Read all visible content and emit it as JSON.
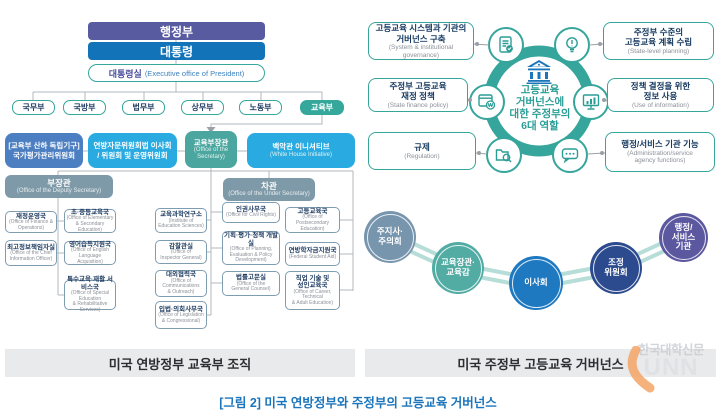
{
  "org": {
    "executive": "행정부",
    "president": "대통령",
    "office_kr": "대통령실",
    "office_en": "(Executive office of President)",
    "ministries": [
      "국무부",
      "국방부",
      "법무부",
      "상무부",
      "노동부",
      "교육부"
    ],
    "independent": "[교육부 산하 독립기구]\n국가평가관리위원회",
    "advisory": "연방자문위원회법 이사회\n/ 위원회 및 운영위원회",
    "secretary_kr": "교육부장관",
    "secretary_en": "(Office of the\nSecretary)",
    "whitehouse_kr": "백악관 이니셔티브",
    "whitehouse_en": "(White House Initiative)",
    "deputy_kr": "부장관",
    "deputy_en": "(Office of the Deputy Secretary)",
    "under_kr": "차관",
    "under_en": "(Office of the Under Secretary)",
    "offices": [
      {
        "kr": "재정운영국",
        "en": "(Office of Finance &\nOperations)"
      },
      {
        "kr": "최고정보책임자실",
        "en": "(Office of the Chief\nInformation Officer)"
      },
      {
        "kr": "초·중등교육국",
        "en": "(Office of Elementary\n& Secondary Education)"
      },
      {
        "kr": "영어습득지원국",
        "en": "(Office of English\nLanguage Acquisition)"
      },
      {
        "kr": "특수교육·재활 서비스국",
        "en": "(Office of Special Education\n& Rehabilitative Services)"
      },
      {
        "kr": "교육과학연구소",
        "en": "(Institute of\nEducation Sciences)"
      },
      {
        "kr": "감찰관실",
        "en": "(Office of\nInspector General)"
      },
      {
        "kr": "대외협력국",
        "en": "(Office of Communications\n& Outreach)"
      },
      {
        "kr": "입법·의회사무국",
        "en": "(Office of Legislation\n& Congressional)"
      },
      {
        "kr": "인권사무국",
        "en": "(Office for Civil Rights)"
      },
      {
        "kr": "기획·평가·정책 개발실",
        "en": "(Office of Planning,\nEvaluation & Policy\nDevelopment)"
      },
      {
        "kr": "법률고문실",
        "en": "(Office of the\nGeneral Counsel)"
      },
      {
        "kr": "고등교육국",
        "en": "(Office of Postsecondary\nEducation)"
      },
      {
        "kr": "연방학자금지원국",
        "en": "(Federal Student Aid)"
      },
      {
        "kr": "직업 기술 및\n성인교육국",
        "en": "(Office of Career,\nTechnical\n& Adult Education)"
      }
    ],
    "footer": "미국 연방정부 교육부 조직"
  },
  "gov": {
    "roles": [
      {
        "kr": "고등교육 시스템과 기관의\n거버넌스 구축",
        "en": "(System & institutional governance)",
        "icon": "document-check-icon"
      },
      {
        "kr": "주정부 수준의\n고등교육 계획 수립",
        "en": "(State-level planning)",
        "icon": "lightbulb-icon"
      },
      {
        "kr": "주정부 고등교육\n재정 정책",
        "en": "(State finance policy)",
        "icon": "finance-window-icon"
      },
      {
        "kr": "정책 결정을 위한\n정보 사용",
        "en": "(Use of information)",
        "icon": "monitor-chart-icon"
      },
      {
        "kr": "규제",
        "en": "(Regulation)",
        "icon": "folder-search-icon"
      },
      {
        "kr": "행정/서비스 기관 기능",
        "en": "(Administration/service\nagency functions)",
        "icon": "speech-bubble-icon"
      }
    ],
    "center": "고등교육\n거버넌스에\n대한 주정부의\n6대 역할",
    "center_icon": "bank-icon",
    "arc": [
      "주지사·\n주의회",
      "교육장관·\n교육감",
      "이사회",
      "조정\n위원회",
      "행정/\n서비스\n기관"
    ],
    "footer": "미국 주정부 고등교육 거버넌스"
  },
  "caption": "[그림 2] 미국 연방정부와 주정부의 고등교육 거버넌스",
  "watermark": {
    "line1": "한국대학신문",
    "line2": "UNN"
  },
  "colors": {
    "purple": "#585b9f",
    "blue": "#1373b9",
    "teal": "#35a79b",
    "lightblue": "#29abe2",
    "midblue": "#4c7ec2",
    "slate": "#7e99a7",
    "ring_teal": "#36a59c",
    "arc_slate": "#7795ad",
    "arc_teal": "#53aca4",
    "arc_blue": "#1e79c0",
    "arc_navy": "#2c4b8e",
    "arc_purple": "#5c58a0",
    "caption_blue": "#1b75bc"
  }
}
